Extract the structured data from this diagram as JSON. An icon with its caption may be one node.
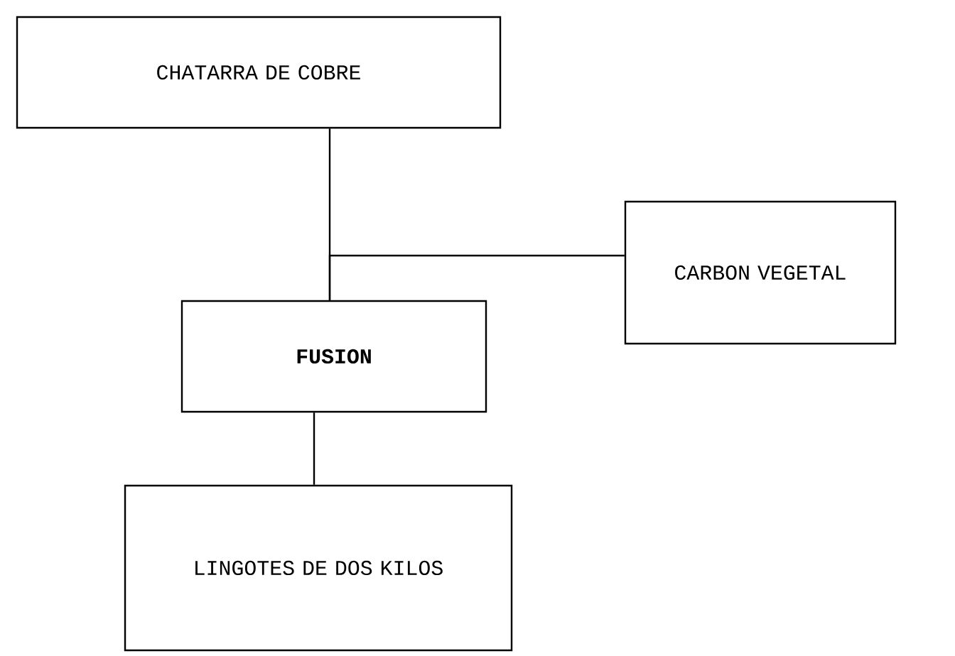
{
  "diagram": {
    "nodes": [
      {
        "text": [
          "CHATARRA DE COBRE"
        ]
      },
      {
        "text": [
          "FUSION"
        ]
      },
      {
        "text": [
          "CARBON VEGETAL"
        ]
      },
      {
        "text": [
          "LINGOTES DE DOS KILOS"
        ]
      }
    ],
    "edges": [
      {
        "from": 0,
        "to": 1,
        "arrow": "none"
      },
      {
        "from": 2,
        "to": 1,
        "arrow": "none"
      },
      {
        "from": 1,
        "to": 3,
        "arrow": "none"
      }
    ]
  }
}
